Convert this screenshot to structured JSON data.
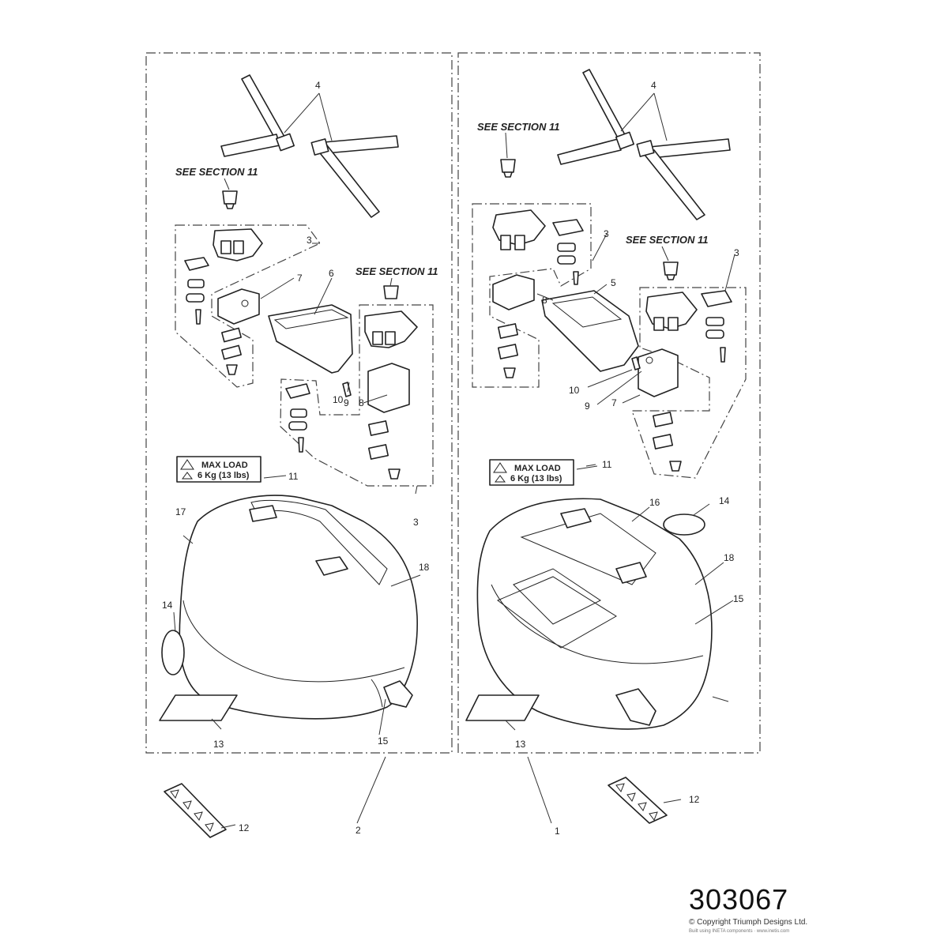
{
  "diagram": {
    "part_number": "303067",
    "copyright": "© Copyright Triumph Designs Ltd.",
    "built_with": "Built using INETA components · www.inetis.com",
    "see_section": "SEE SECTION 11",
    "max_load_line1": "MAX LOAD",
    "max_load_line2": "6 Kg (13 lbs)",
    "callouts": {
      "c1": "1",
      "c2": "2",
      "c3": "3",
      "c4": "4",
      "c5": "5",
      "c6": "6",
      "c7": "7",
      "c8": "8",
      "c9": "9",
      "c10": "10",
      "c11": "11",
      "c12": "12",
      "c13": "13",
      "c14": "14",
      "c15": "15",
      "c16": "16",
      "c17": "17",
      "c18": "18"
    }
  }
}
